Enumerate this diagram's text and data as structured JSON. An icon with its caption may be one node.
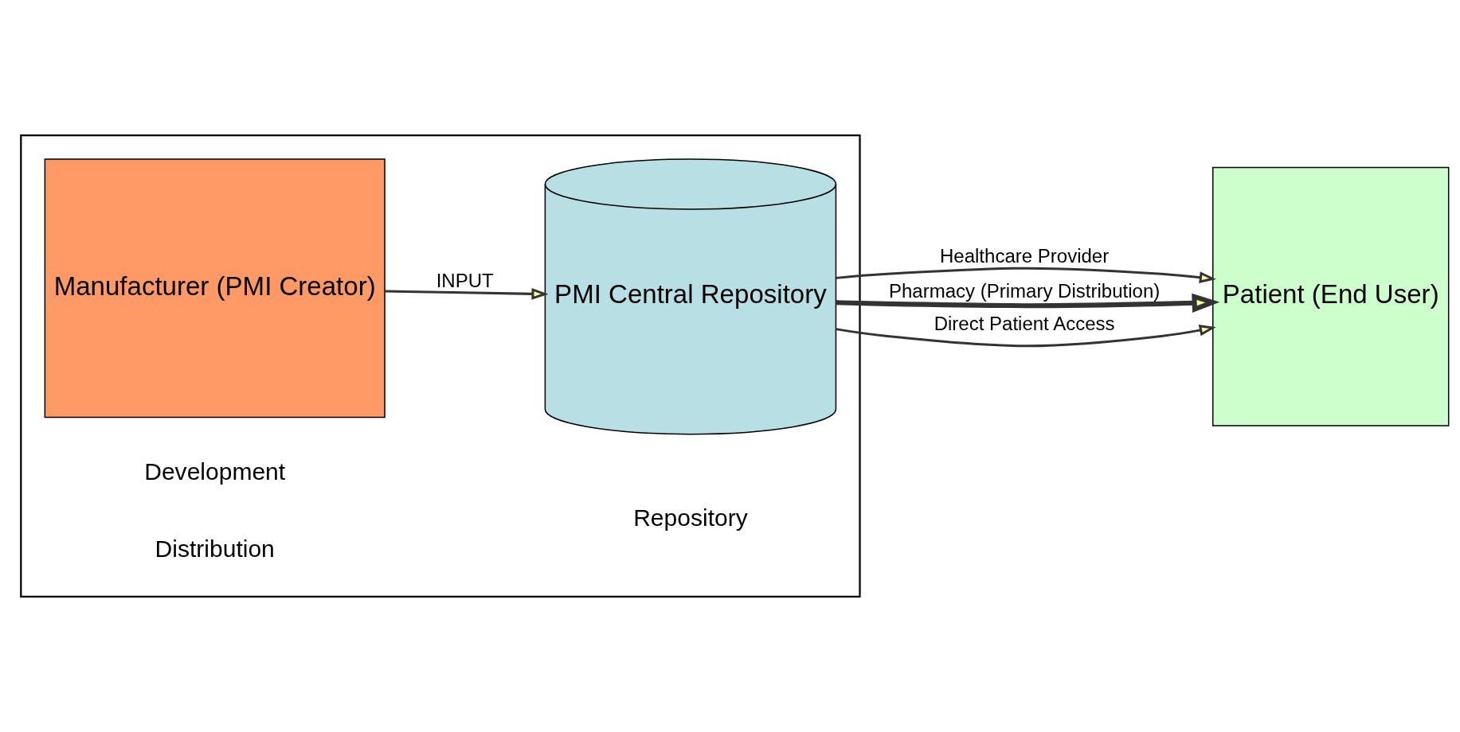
{
  "diagram": {
    "nodes": [
      {
        "text": [],
        "shape": "box"
      },
      {
        "text": [
          "Manufacturer (PMI Creator)"
        ],
        "in": 0
      },
      {
        "text": [
          "PMI Central Repository"
        ],
        "in": 0
      },
      {
        "text": [
          "Patient (End User)"
        ]
      }
    ],
    "edges": [
      {
        "from": 1,
        "to": 2,
        "arrow": "to",
        "label": "INPUT"
      },
      {
        "from": 2,
        "to": 3,
        "arrow": "to",
        "label": "Healthcare Provider"
      },
      {
        "from": 2,
        "to": 3,
        "arrow": "to",
        "label": "Pharmacy (Primary Distribution)",
        "style": "thick"
      },
      {
        "from": 2,
        "to": 3,
        "arrow": "to",
        "label": "Direct Patient Access"
      }
    ],
    "labels": [
      "Development",
      "Repository",
      "Distribution"
    ]
  }
}
